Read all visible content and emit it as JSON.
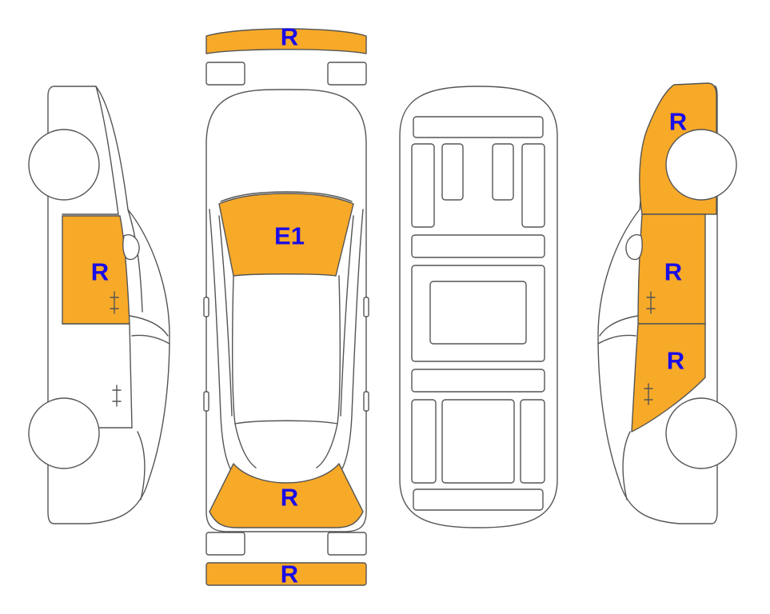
{
  "colors": {
    "damage_fill": "#F7A928",
    "label_text": "#1A0DE6",
    "outline": "#555555",
    "background": "#FFFFFF"
  },
  "parts": {
    "front_bumper": {
      "code": "R"
    },
    "windshield": {
      "code": "E1"
    },
    "trunk_lid": {
      "code": "R"
    },
    "rear_bumper": {
      "code": "R"
    },
    "left_rear_door": {
      "code": "R"
    },
    "right_front_fender": {
      "code": "R"
    },
    "right_front_door": {
      "code": "R"
    },
    "right_rear_door": {
      "code": "R"
    }
  }
}
